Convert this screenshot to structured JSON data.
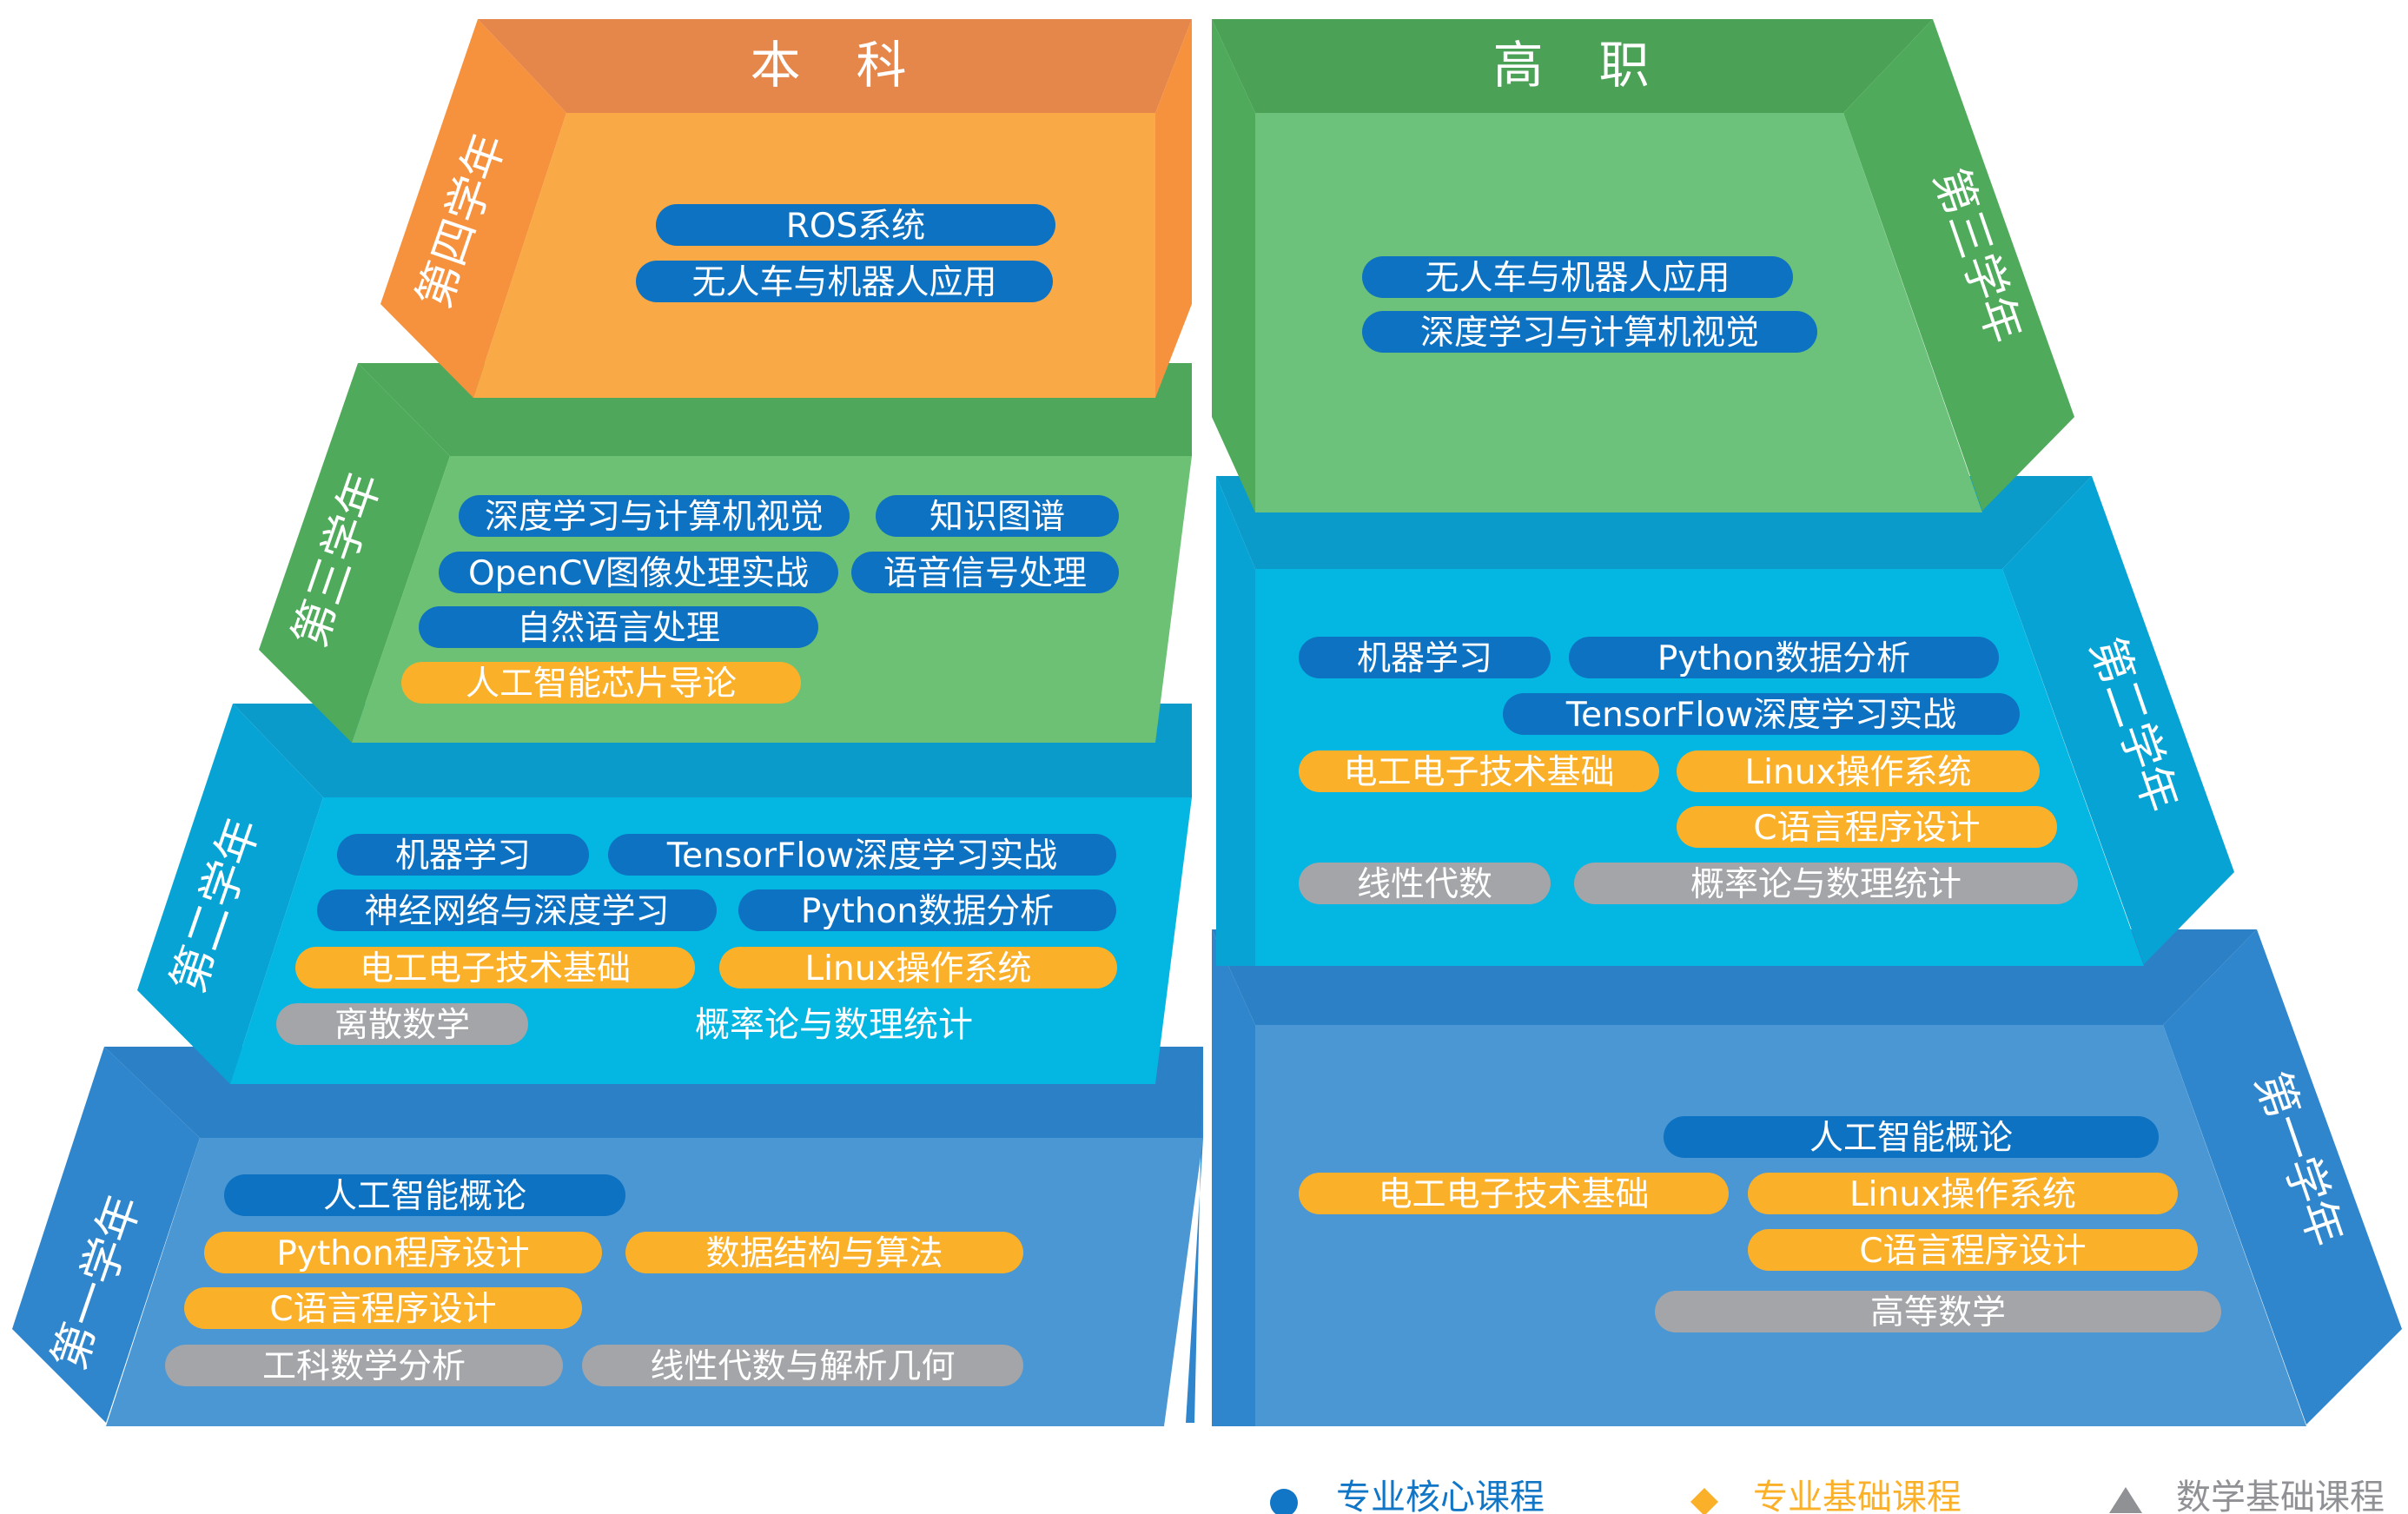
{
  "colors": {
    "course_core": "#0d72c2",
    "course_foundation": "#fbb02a",
    "course_math": "#a3a5a8",
    "legend_core": "#1276c6",
    "legend_foundation": "#fbb02a",
    "legend_math": "#8f9194"
  },
  "undergrad": {
    "title": "本　科",
    "year4": {
      "label": "第四学年",
      "colors": {
        "frame": "#f6923e",
        "frame_top": "#e5864a",
        "inner": "#f9a945"
      },
      "courses": [
        {
          "text": "ROS系统",
          "kind": "core"
        },
        {
          "text": "无人车与机器人应用",
          "kind": "core"
        }
      ]
    },
    "year3": {
      "label": "第三学年",
      "colors": {
        "frame": "#4fab5b",
        "frame_top": "#4ea75a",
        "inner": "#6cc174"
      },
      "courses": [
        {
          "text": "深度学习与计算机视觉",
          "kind": "core"
        },
        {
          "text": "知识图谱",
          "kind": "core"
        },
        {
          "text": "OpenCV图像处理实战",
          "kind": "core"
        },
        {
          "text": "语音信号处理",
          "kind": "core"
        },
        {
          "text": "自然语言处理",
          "kind": "core"
        },
        {
          "text": "人工智能芯片导论",
          "kind": "foundation"
        }
      ]
    },
    "year2": {
      "label": "第二学年",
      "colors": {
        "frame": "#08a3d5",
        "frame_top": "#0a9bcb",
        "inner": "#04b6e2"
      },
      "courses": [
        {
          "text": "机器学习",
          "kind": "core"
        },
        {
          "text": "TensorFlow深度学习实战",
          "kind": "core"
        },
        {
          "text": "神经网络与深度学习",
          "kind": "core"
        },
        {
          "text": "Python数据分析",
          "kind": "core"
        },
        {
          "text": "电工电子技术基础",
          "kind": "foundation"
        },
        {
          "text": "Linux操作系统",
          "kind": "foundation"
        },
        {
          "text": "离散数学",
          "kind": "math"
        },
        {
          "text": "概率论与数理统计",
          "kind": "plain"
        }
      ]
    },
    "year1": {
      "label": "第一学年",
      "colors": {
        "frame": "#2f86cc",
        "frame_top": "#2c80c6",
        "inner": "#4a97d4"
      },
      "courses": [
        {
          "text": "人工智能概论",
          "kind": "core"
        },
        {
          "text": "Python程序设计",
          "kind": "foundation"
        },
        {
          "text": "数据结构与算法",
          "kind": "foundation"
        },
        {
          "text": "C语言程序设计",
          "kind": "foundation"
        },
        {
          "text": "工科数学分析",
          "kind": "math"
        },
        {
          "text": "线性代数与解析几何",
          "kind": "math"
        }
      ]
    }
  },
  "vocational": {
    "title": "高　职",
    "year3": {
      "label": "第三学年",
      "colors": {
        "frame": "#4fab5b",
        "frame_top": "#4ba257",
        "inner": "#6cc27a"
      },
      "courses": [
        {
          "text": "无人车与机器人应用",
          "kind": "core"
        },
        {
          "text": "深度学习与计算机视觉",
          "kind": "core"
        }
      ]
    },
    "year2": {
      "label": "第二学年",
      "colors": {
        "frame": "#08a3d5",
        "frame_top": "#0a9bcb",
        "inner": "#04b6e2"
      },
      "courses": [
        {
          "text": "机器学习",
          "kind": "core"
        },
        {
          "text": "Python数据分析",
          "kind": "core"
        },
        {
          "text": "TensorFlow深度学习实战",
          "kind": "core"
        },
        {
          "text": "电工电子技术基础",
          "kind": "foundation"
        },
        {
          "text": "Linux操作系统",
          "kind": "foundation"
        },
        {
          "text": "C语言程序设计",
          "kind": "foundation"
        },
        {
          "text": "线性代数",
          "kind": "math"
        },
        {
          "text": "概率论与数理统计",
          "kind": "math"
        }
      ]
    },
    "year1": {
      "label": "第一学年",
      "colors": {
        "frame": "#2f86cc",
        "frame_top": "#2c80c6",
        "inner": "#4a97d4"
      },
      "courses": [
        {
          "text": "人工智能概论",
          "kind": "core"
        },
        {
          "text": "电工电子技术基础",
          "kind": "foundation"
        },
        {
          "text": "Linux操作系统",
          "kind": "foundation"
        },
        {
          "text": "C语言程序设计",
          "kind": "foundation"
        },
        {
          "text": "高等数学",
          "kind": "math"
        }
      ]
    }
  },
  "legend": [
    {
      "text": "专业核心课程",
      "marker": "circle",
      "color_key": "legend_core"
    },
    {
      "text": "专业基础课程",
      "marker": "diamond",
      "color_key": "legend_foundation"
    },
    {
      "text": "数学基础课程",
      "marker": "triangle",
      "color_key": "legend_math"
    }
  ]
}
